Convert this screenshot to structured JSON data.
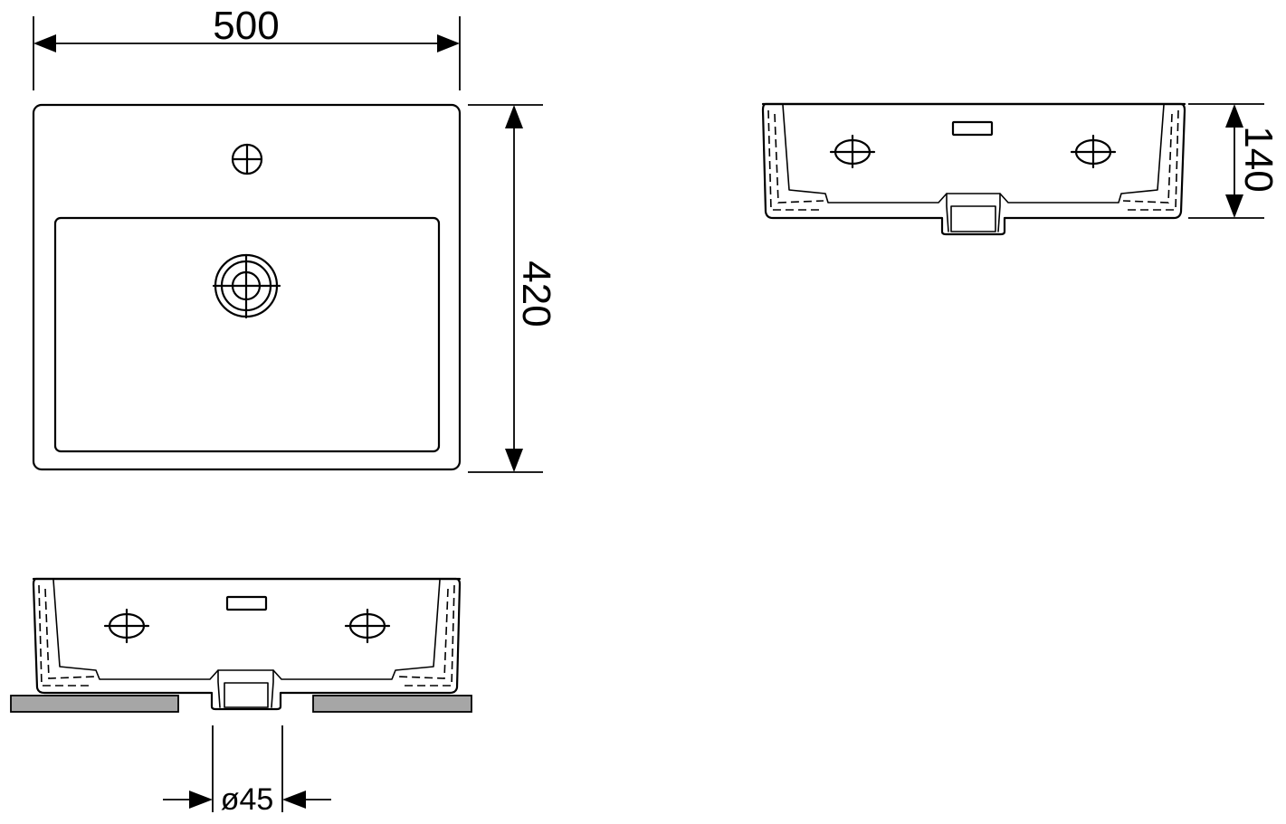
{
  "dimensions": {
    "width_label": "500",
    "depth_label": "420",
    "height_label": "140",
    "drain_label": "ø45"
  },
  "colors": {
    "line": "#000000",
    "background": "#ffffff",
    "counter_top": "#a6a6a6"
  }
}
